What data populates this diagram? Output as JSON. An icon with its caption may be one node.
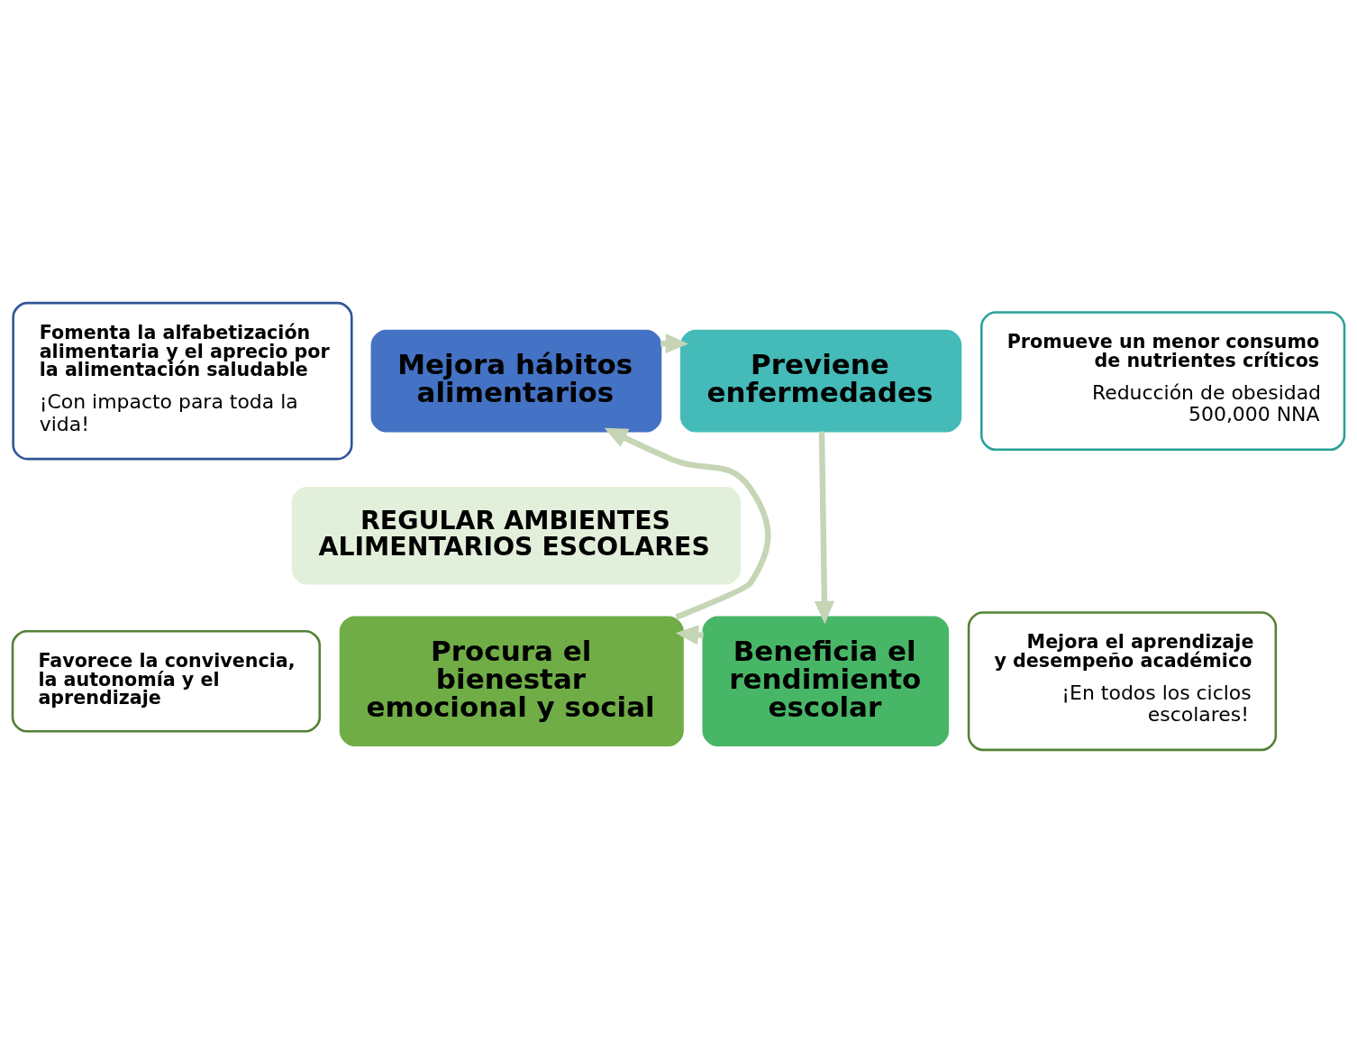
{
  "diagram": {
    "nodes": [
      {
        "text": [
          "Fomenta la alfabetización alimentaria y el aprecio por la alimentación saludable",
          "¡Con impacto para toda la vida!"
        ]
      },
      {
        "text": [
          "Promueve un menor consumo de nutrientes críticos",
          "Reducción de obesidad 500,000 NNA"
        ]
      },
      {
        "text": [
          "Mejora hábitos alimentarios"
        ]
      },
      {
        "text": [
          "Previene enfermedades"
        ]
      },
      {
        "text": [
          "REGULAR AMBIENTES ALIMENTARIOS ESCOLARES"
        ]
      },
      {
        "text": [
          "Procura el bienestar emocional y social"
        ]
      },
      {
        "text": [
          "Beneficia el rendimiento escolar"
        ]
      },
      {
        "text": [
          "Favorece la convivencia, la autonomía y el aprendizaje"
        ]
      },
      {
        "text": [
          "Mejora el aprendizaje y desempeño académico",
          "¡En todos los ciclos escolares!"
        ]
      }
    ],
    "edges": [
      {
        "from": 2,
        "to": 3,
        "arrow": "to"
      },
      {
        "from": 3,
        "to": 6,
        "arrow": "to"
      },
      {
        "from": 6,
        "to": 5,
        "arrow": "to"
      },
      {
        "from": 5,
        "to": 2,
        "arrow": "to"
      }
    ]
  }
}
